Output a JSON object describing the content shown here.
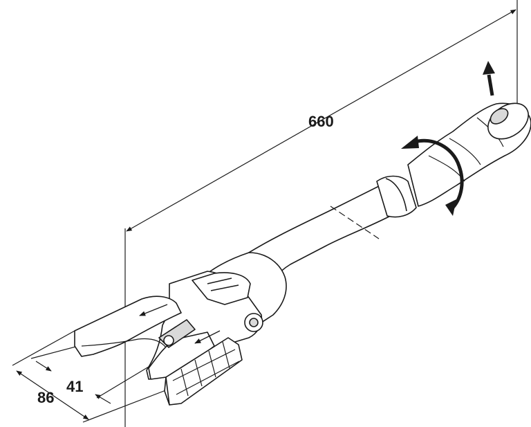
{
  "dimensions": {
    "overall_length": "660",
    "outer_width": "86",
    "inner_width": "41"
  },
  "colors": {
    "line": "#1a1a1a",
    "fill": "#ffffff",
    "shade": "#d9d9d9"
  },
  "icons": [
    "rotation-arrow-icon",
    "pull-up-arrow-icon",
    "direction-arrow-icon"
  ]
}
